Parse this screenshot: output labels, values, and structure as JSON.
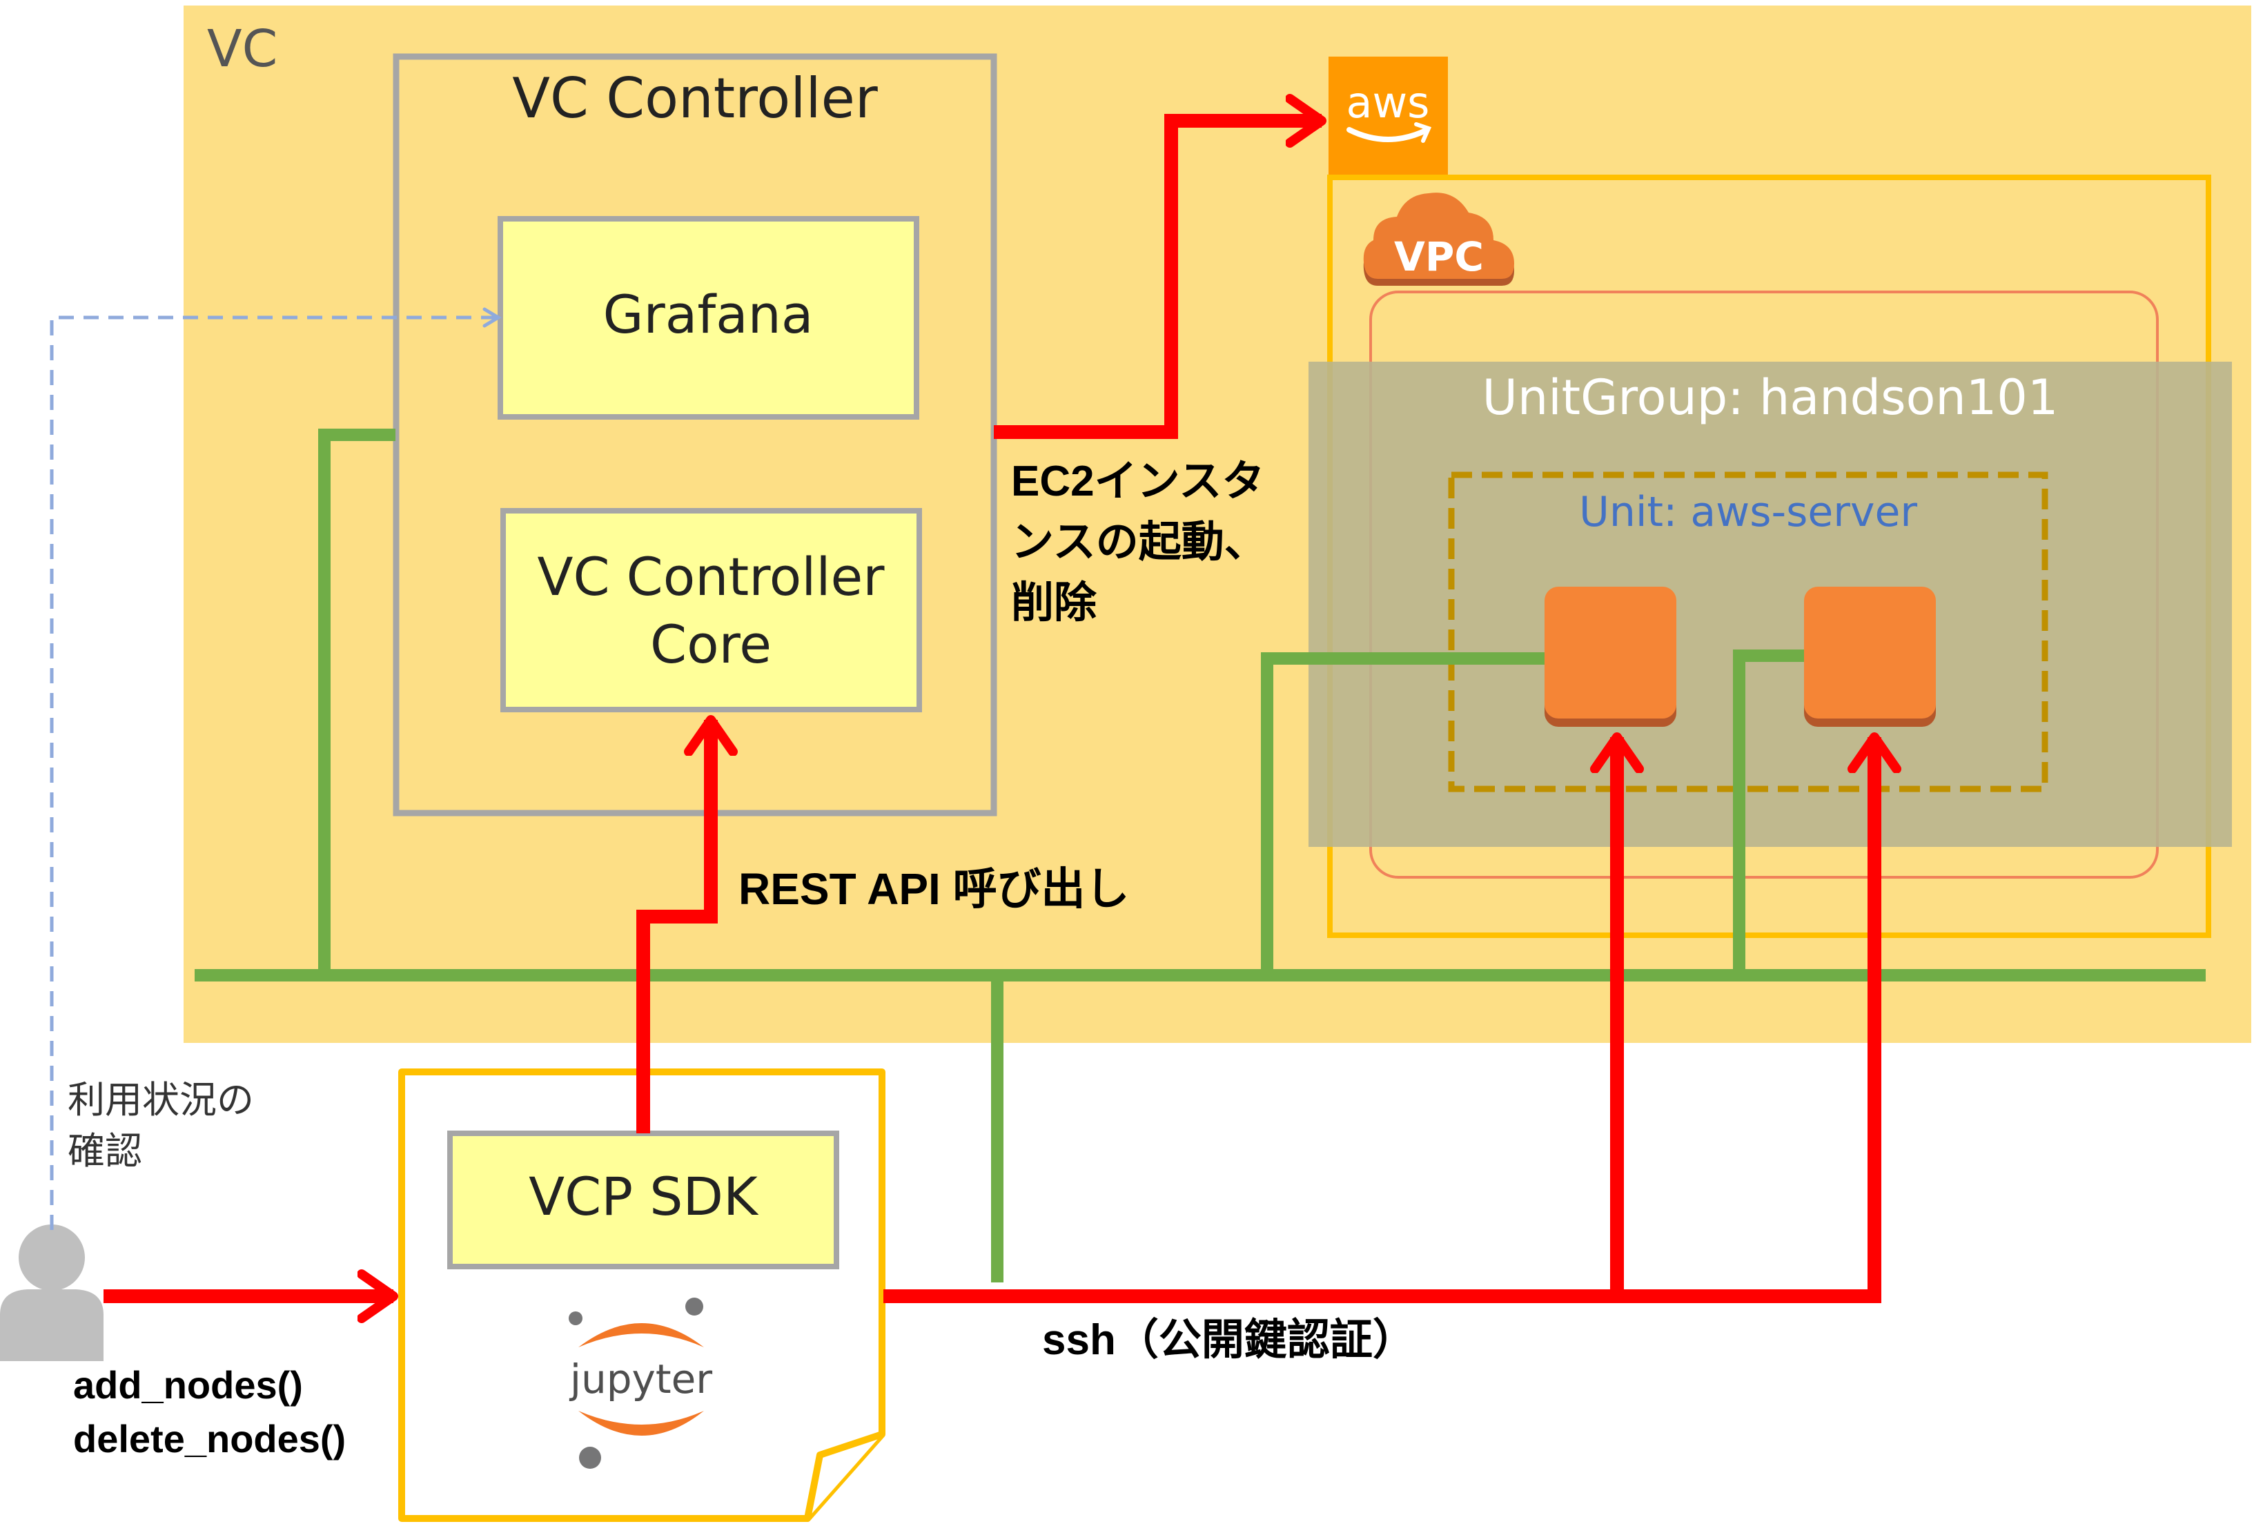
{
  "vc": {
    "label": "VC"
  },
  "vc_controller": {
    "title": "VC Controller",
    "grafana": "Grafana",
    "core_line1": "VC Controller",
    "core_line2": "Core"
  },
  "aws": {
    "logo_text": "aws",
    "vpc_label": "VPC"
  },
  "unit_group": {
    "label": "UnitGroup: handson101"
  },
  "unit": {
    "label": "Unit: aws-server"
  },
  "labels": {
    "ec2_line1": "EC2インスタ",
    "ec2_line2": "ンスの起動、",
    "ec2_line3": "削除",
    "rest_api": "REST API 呼び出し",
    "ssh": "ssh（公開鍵認証）",
    "usage_line1": "利用状況の",
    "usage_line2": "確認",
    "add_nodes": "add_nodes()",
    "delete_nodes": "delete_nodes()"
  },
  "sdk": {
    "label": "VCP SDK",
    "jupyter_text": "jupyter"
  },
  "colors": {
    "vc_bg": "#FDDF86",
    "box_yellow": "#FFFF99",
    "gray_border": "#A6A6A6",
    "red": "#FF0000",
    "green": "#70AD47",
    "aws_orange": "#FF9900",
    "instance_orange": "#F58536",
    "unitgroup_bg": "#BFBC96",
    "unit_border": "#BF9000",
    "unit_text": "#4472C4",
    "vpc_border": "#FFC000",
    "user_gray": "#BFBFBF",
    "dashed_blue": "#8FAADC"
  },
  "icons": [
    "aws-logo-icon",
    "vpc-cloud-icon",
    "ec2-instance-icon",
    "user-icon",
    "jupyter-logo-icon",
    "folded-document-icon"
  ]
}
